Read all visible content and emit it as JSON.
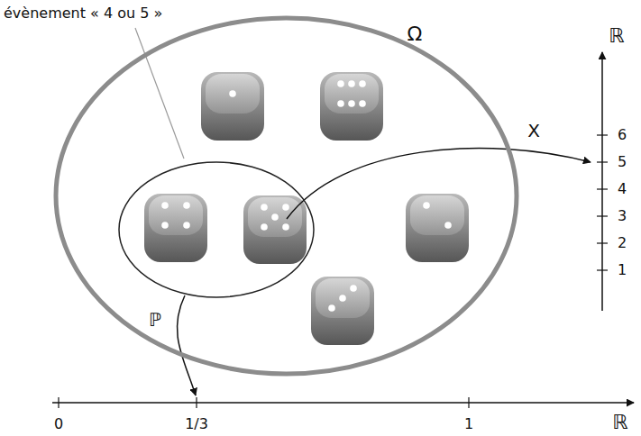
{
  "diagram": {
    "nodes": [
      {
        "text": [
          "Ω"
        ]
      },
      {
        "text": [
          "évènement « 4 ou 5 »"
        ],
        "in": 0
      }
    ],
    "labels": [
      "ℝ",
      "6",
      "5",
      "4",
      "3",
      "2",
      "1",
      "X",
      "ℙ",
      "0",
      "1/3",
      "1",
      "ℝ"
    ]
  }
}
